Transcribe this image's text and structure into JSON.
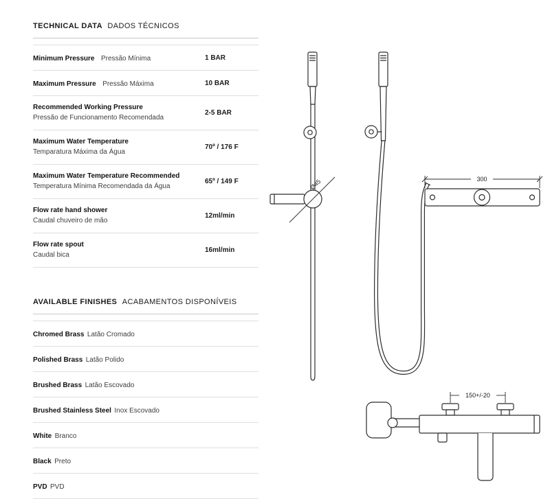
{
  "technical": {
    "heading_en": "TECHNICAL DATA",
    "heading_pt": "DADOS TÉCNICOS",
    "rows": [
      {
        "en": "Minimum Pressure",
        "pt": "Pressão Mínima",
        "value": "1 BAR"
      },
      {
        "en": "Maximum Pressure",
        "pt": "Pressão Máxima",
        "value": "10 BAR"
      },
      {
        "en": "Recommended Working Pressure",
        "pt": "Pressão de Funcionamento Recomendada",
        "value": "2-5 BAR"
      },
      {
        "en": "Maximum Water Temperature",
        "pt": "Temparatura Máxima da Água",
        "value": "70º / 176 F"
      },
      {
        "en": "Maximum Water Temperature Recommended",
        "pt": "Temperatura Mínima Recomendada da Água",
        "value": "65º / 149 F"
      },
      {
        "en": "Flow rate hand shower",
        "pt": "Caudal chuveiro de mão",
        "value": "12ml/min"
      },
      {
        "en": "Flow rate spout",
        "pt": "Caudal bica",
        "value": "16ml/min"
      }
    ]
  },
  "finishes": {
    "heading_en": "AVAILABLE FINISHES",
    "heading_pt": "ACABAMENTOS DISPONÍVEIS",
    "items": [
      {
        "en": "Chromed Brass",
        "pt": "Latão Cromado"
      },
      {
        "en": "Polished Brass",
        "pt": "Latão Polido"
      },
      {
        "en": "Brushed Brass",
        "pt": "Latão Escovado"
      },
      {
        "en": "Brushed Stainless Steel",
        "pt": "Inox Escovado"
      },
      {
        "en": "White",
        "pt": "Branco"
      },
      {
        "en": "Black",
        "pt": "Preto"
      },
      {
        "en": "PVD",
        "pt": "PVD"
      }
    ]
  },
  "diagram": {
    "rail_diameter": "Ø45",
    "bar_width": "300",
    "inlet_distance": "150+/-20"
  },
  "colors": {
    "line": "#2b2b2b",
    "rule": "#dedede",
    "text": "#1a1a1a"
  }
}
